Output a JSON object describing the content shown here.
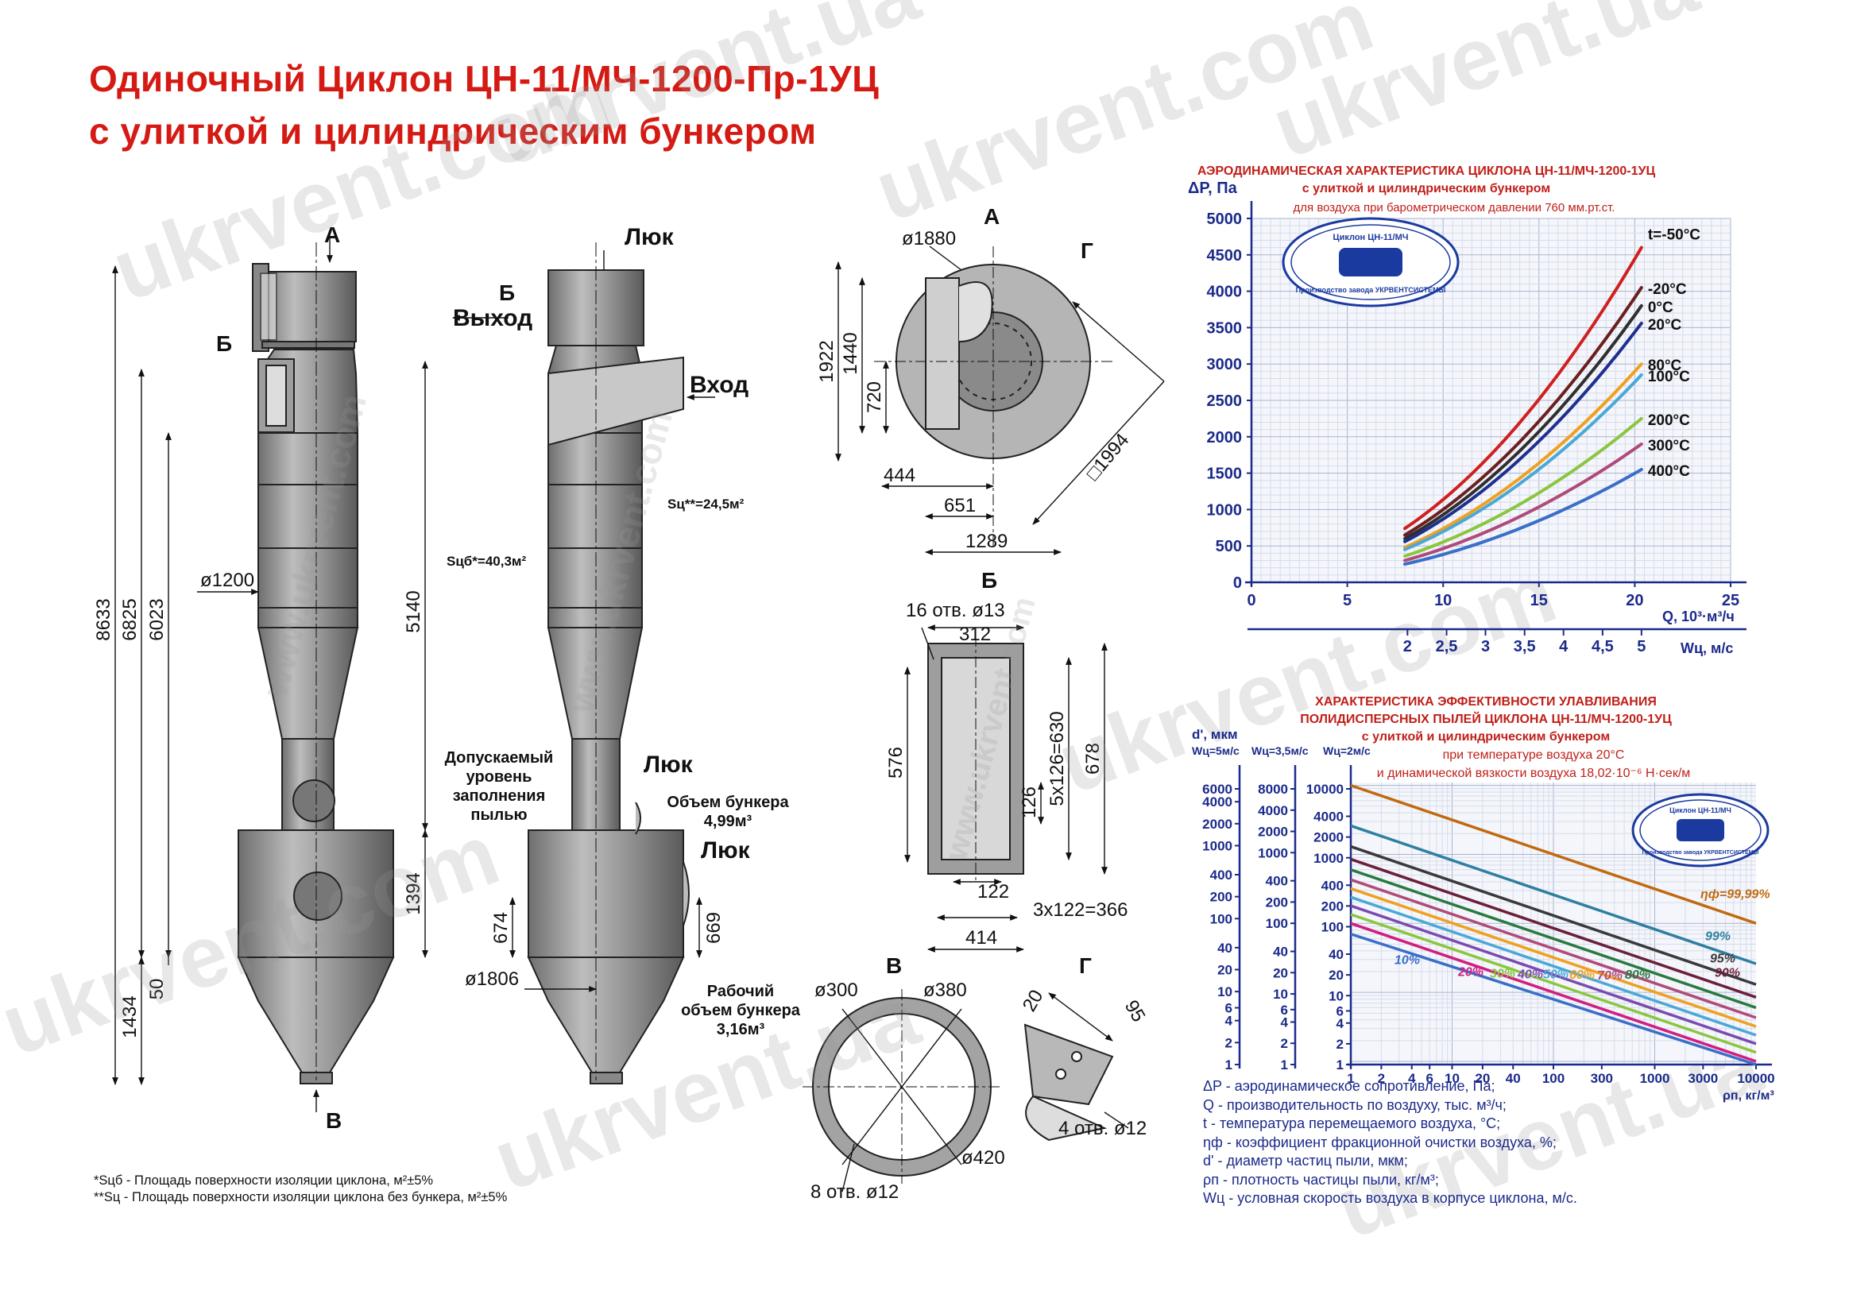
{
  "title": {
    "line1": "Одиночный Циклон  ЦН-11/МЧ-1200-Пр-1УЦ",
    "line2": "с улиткой и цилиндрическим бункером"
  },
  "watermark": [
    "ukrvent.com",
    "ukrvent.ua",
    "www.ukrvent.com"
  ],
  "drawing": {
    "front": {
      "marks": [
        "А",
        "Б",
        "В"
      ],
      "dims": [
        "8633",
        "6825",
        "6023",
        "5140",
        "1394",
        "1434",
        "50",
        "ø1200"
      ],
      "area_total": "Sцб*=40,3м²"
    },
    "side": {
      "labels": [
        "Люк",
        "Б",
        "Выход",
        "Вход",
        "Люк",
        "Люк"
      ],
      "area_nobunker": "Sц**=24,5м²",
      "level_note": [
        "Допускаемый",
        "уровень",
        "заполнения",
        "пылью"
      ],
      "bunker_volume": [
        "Объем бункера",
        "4,99м³"
      ],
      "work_volume": [
        "Рабочий",
        "объем бункера",
        "3,16м³"
      ],
      "dims": [
        "674",
        "669",
        "ø1806"
      ]
    },
    "viewA": {
      "mark": "А",
      "dims": [
        "ø1880",
        "1922",
        "1440",
        "720",
        "444",
        "651",
        "1289",
        "□1994"
      ],
      "g": "Г"
    },
    "viewB": {
      "mark": "Б",
      "dims": [
        "16 отв. ø13",
        "312",
        "576",
        "678",
        "5x126=630",
        "126",
        "122",
        "3x122=366",
        "414"
      ]
    },
    "viewV": {
      "mark": "В",
      "dims": [
        "ø300",
        "ø380",
        "ø420",
        "8 отв. ø12"
      ]
    },
    "viewG": {
      "mark": "Г",
      "dims": [
        "20",
        "95",
        "4 отв. ø12"
      ]
    }
  },
  "badge": {
    "top": "Циклон ЦН-11/МЧ",
    "bottom": "Производство завода УКРВЕНТСИСТЕМЫ"
  },
  "chart_data": [
    {
      "type": "line",
      "title": "АЭРОДИНАМИЧЕСКАЯ ХАРАКТЕРИСТИКА ЦИКЛОНА ЦН-11/МЧ-1200-1УЦ",
      "subtitle": [
        "с улиткой и цилиндрическим бункером",
        "для воздуха при барометрическом давлении 760 мм.рт.ст."
      ],
      "ylabel": "ΔP, Па",
      "xlabel": "Q, 10³·м³/ч",
      "xlabel2": "Wц, м/с",
      "xlim": [
        0,
        25
      ],
      "ylim": [
        0,
        5000
      ],
      "xticks": [
        "0",
        "5",
        "10",
        "15",
        "20",
        "25"
      ],
      "yticks": [
        "0",
        "500",
        "1000",
        "1500",
        "2000",
        "2500",
        "3000",
        "3500",
        "4000",
        "4500",
        "5000"
      ],
      "x2ticks": [
        "2",
        "2,5",
        "3",
        "3,5",
        "4",
        "4,5",
        "5"
      ],
      "x2_positions_q": [
        8.14,
        10.18,
        12.21,
        14.25,
        16.28,
        18.32,
        20.35
      ],
      "grid": true,
      "series": [
        {
          "name": "t=-50°C",
          "color": "#d11f1f",
          "x": [
            8,
            20.35
          ],
          "y": [
            740,
            4600
          ]
        },
        {
          "name": "-20°C",
          "color": "#6b1f1f",
          "x": [
            8,
            20.35
          ],
          "y": [
            650,
            4050
          ]
        },
        {
          "name": "0°C",
          "color": "#2f2f2f",
          "x": [
            8,
            20.35
          ],
          "y": [
            600,
            3800
          ]
        },
        {
          "name": "20°C",
          "color": "#1f2f8f",
          "x": [
            8,
            20.35
          ],
          "y": [
            560,
            3560
          ]
        },
        {
          "name": "80°C",
          "color": "#f0a020",
          "x": [
            8,
            20.35
          ],
          "y": [
            480,
            3000
          ]
        },
        {
          "name": "100°C",
          "color": "#4aa8d8",
          "x": [
            8,
            20.35
          ],
          "y": [
            450,
            2850
          ]
        },
        {
          "name": "200°C",
          "color": "#8bc63f",
          "x": [
            8,
            20.35
          ],
          "y": [
            360,
            2250
          ]
        },
        {
          "name": "300°C",
          "color": "#b04a7a",
          "x": [
            8,
            20.35
          ],
          "y": [
            300,
            1900
          ]
        },
        {
          "name": "400°C",
          "color": "#3a6ec8",
          "x": [
            8,
            20.35
          ],
          "y": [
            250,
            1550
          ]
        }
      ]
    },
    {
      "type": "line",
      "scale": "log-log",
      "title": [
        "ХАРАКТЕРИСТИКА  ЭФФЕКТИВНОСТИ УЛАВЛИВАНИЯ",
        "ПОЛИДИСПЕРСНЫХ ПЫЛЕЙ ЦИКЛОНА ЦН-11/МЧ-1200-1УЦ",
        "с улиткой и цилиндрическим бункером"
      ],
      "subtitle": [
        "при температуре воздуха 20°С",
        "и динамической вязкости воздуха  18,02·10⁻⁶ Н·сек/м"
      ],
      "ylabel": "d', мкм",
      "ycols": [
        "Wц=5м/с",
        "Wц=3,5м/с",
        "Wц=2м/с"
      ],
      "xlabel": "ρп, кг/м³",
      "xlim": [
        1,
        10000
      ],
      "xticks": [
        "1",
        "2",
        "4",
        "6",
        "10",
        "20",
        "40",
        "100",
        "300",
        "1000",
        "3000",
        "10000"
      ],
      "yticks_c": [
        "1",
        "2",
        "4",
        "6",
        "10",
        "20",
        "40",
        "100",
        "200",
        "400",
        "1000",
        "2000",
        "4000",
        "6000"
      ],
      "yticks_b": [
        "1",
        "2",
        "4",
        "6",
        "10",
        "20",
        "40",
        "100",
        "200",
        "400",
        "1000",
        "2000",
        "4000",
        "8000"
      ],
      "yticks_a": [
        "1",
        "2",
        "4",
        "6",
        "10",
        "20",
        "40",
        "100",
        "200",
        "400",
        "1000",
        "2000",
        "4000",
        "10000"
      ],
      "ylim": [
        0.9,
        11000
      ],
      "grid": true,
      "series": [
        {
          "name": "ηф=99,99%",
          "color": "#c06a10",
          "x": [
            1,
            10000
          ],
          "y": [
            10000,
            100
          ]
        },
        {
          "name": "99%",
          "color": "#2f7fa0",
          "x": [
            1,
            10000
          ],
          "y": [
            2600,
            26
          ]
        },
        {
          "name": "95%",
          "color": "#3a3a3a",
          "x": [
            1,
            10000
          ],
          "y": [
            1300,
            13
          ]
        },
        {
          "name": "90%",
          "color": "#6b1f3a",
          "x": [
            1,
            10000
          ],
          "y": [
            850,
            8.5
          ]
        },
        {
          "name": "80%",
          "color": "#2a7a40",
          "x": [
            1,
            10000
          ],
          "y": [
            600,
            6
          ]
        },
        {
          "name": "70%",
          "color": "#b04a7a",
          "x": [
            1,
            10000
          ],
          "y": [
            430,
            4.3
          ]
        },
        {
          "name": "60%",
          "color": "#f0a020",
          "x": [
            1,
            10000
          ],
          "y": [
            320,
            3.2
          ]
        },
        {
          "name": "50%",
          "color": "#4aa8d8",
          "x": [
            1,
            10000
          ],
          "y": [
            240,
            2.4
          ]
        },
        {
          "name": "40%",
          "color": "#7a4ab0",
          "x": [
            1,
            10000
          ],
          "y": [
            180,
            1.8
          ]
        },
        {
          "name": "30%",
          "color": "#8bc63f",
          "x": [
            1,
            10000
          ],
          "y": [
            135,
            1.35
          ]
        },
        {
          "name": "20%",
          "color": "#d11f80",
          "x": [
            1,
            10000
          ],
          "y": [
            100,
            1.0
          ]
        },
        {
          "name": "10%",
          "color": "#3a6ec8",
          "x": [
            1,
            10000
          ],
          "y": [
            70,
            0.7
          ]
        }
      ]
    }
  ],
  "legend": [
    "ΔP - аэродинамическое сопротивление, Па;",
    "Q - производительность по воздуху, тыс. м³/ч;",
    "t - температура перемещаемого воздуха, °С;",
    "ηф - коэффициент фракционной очистки воздуха, %;",
    "d' - диаметр частиц пыли, мкм;",
    "ρп - плотность частицы пыли, кг/м³;",
    "Wц - условная скорость воздуха в корпусе циклона, м/с."
  ],
  "notes": [
    "*Sцб - Площадь поверхности изоляции  циклона, м²±5%",
    "**Sц - Площадь поверхности изоляции  циклона без бункера, м²±5%"
  ]
}
